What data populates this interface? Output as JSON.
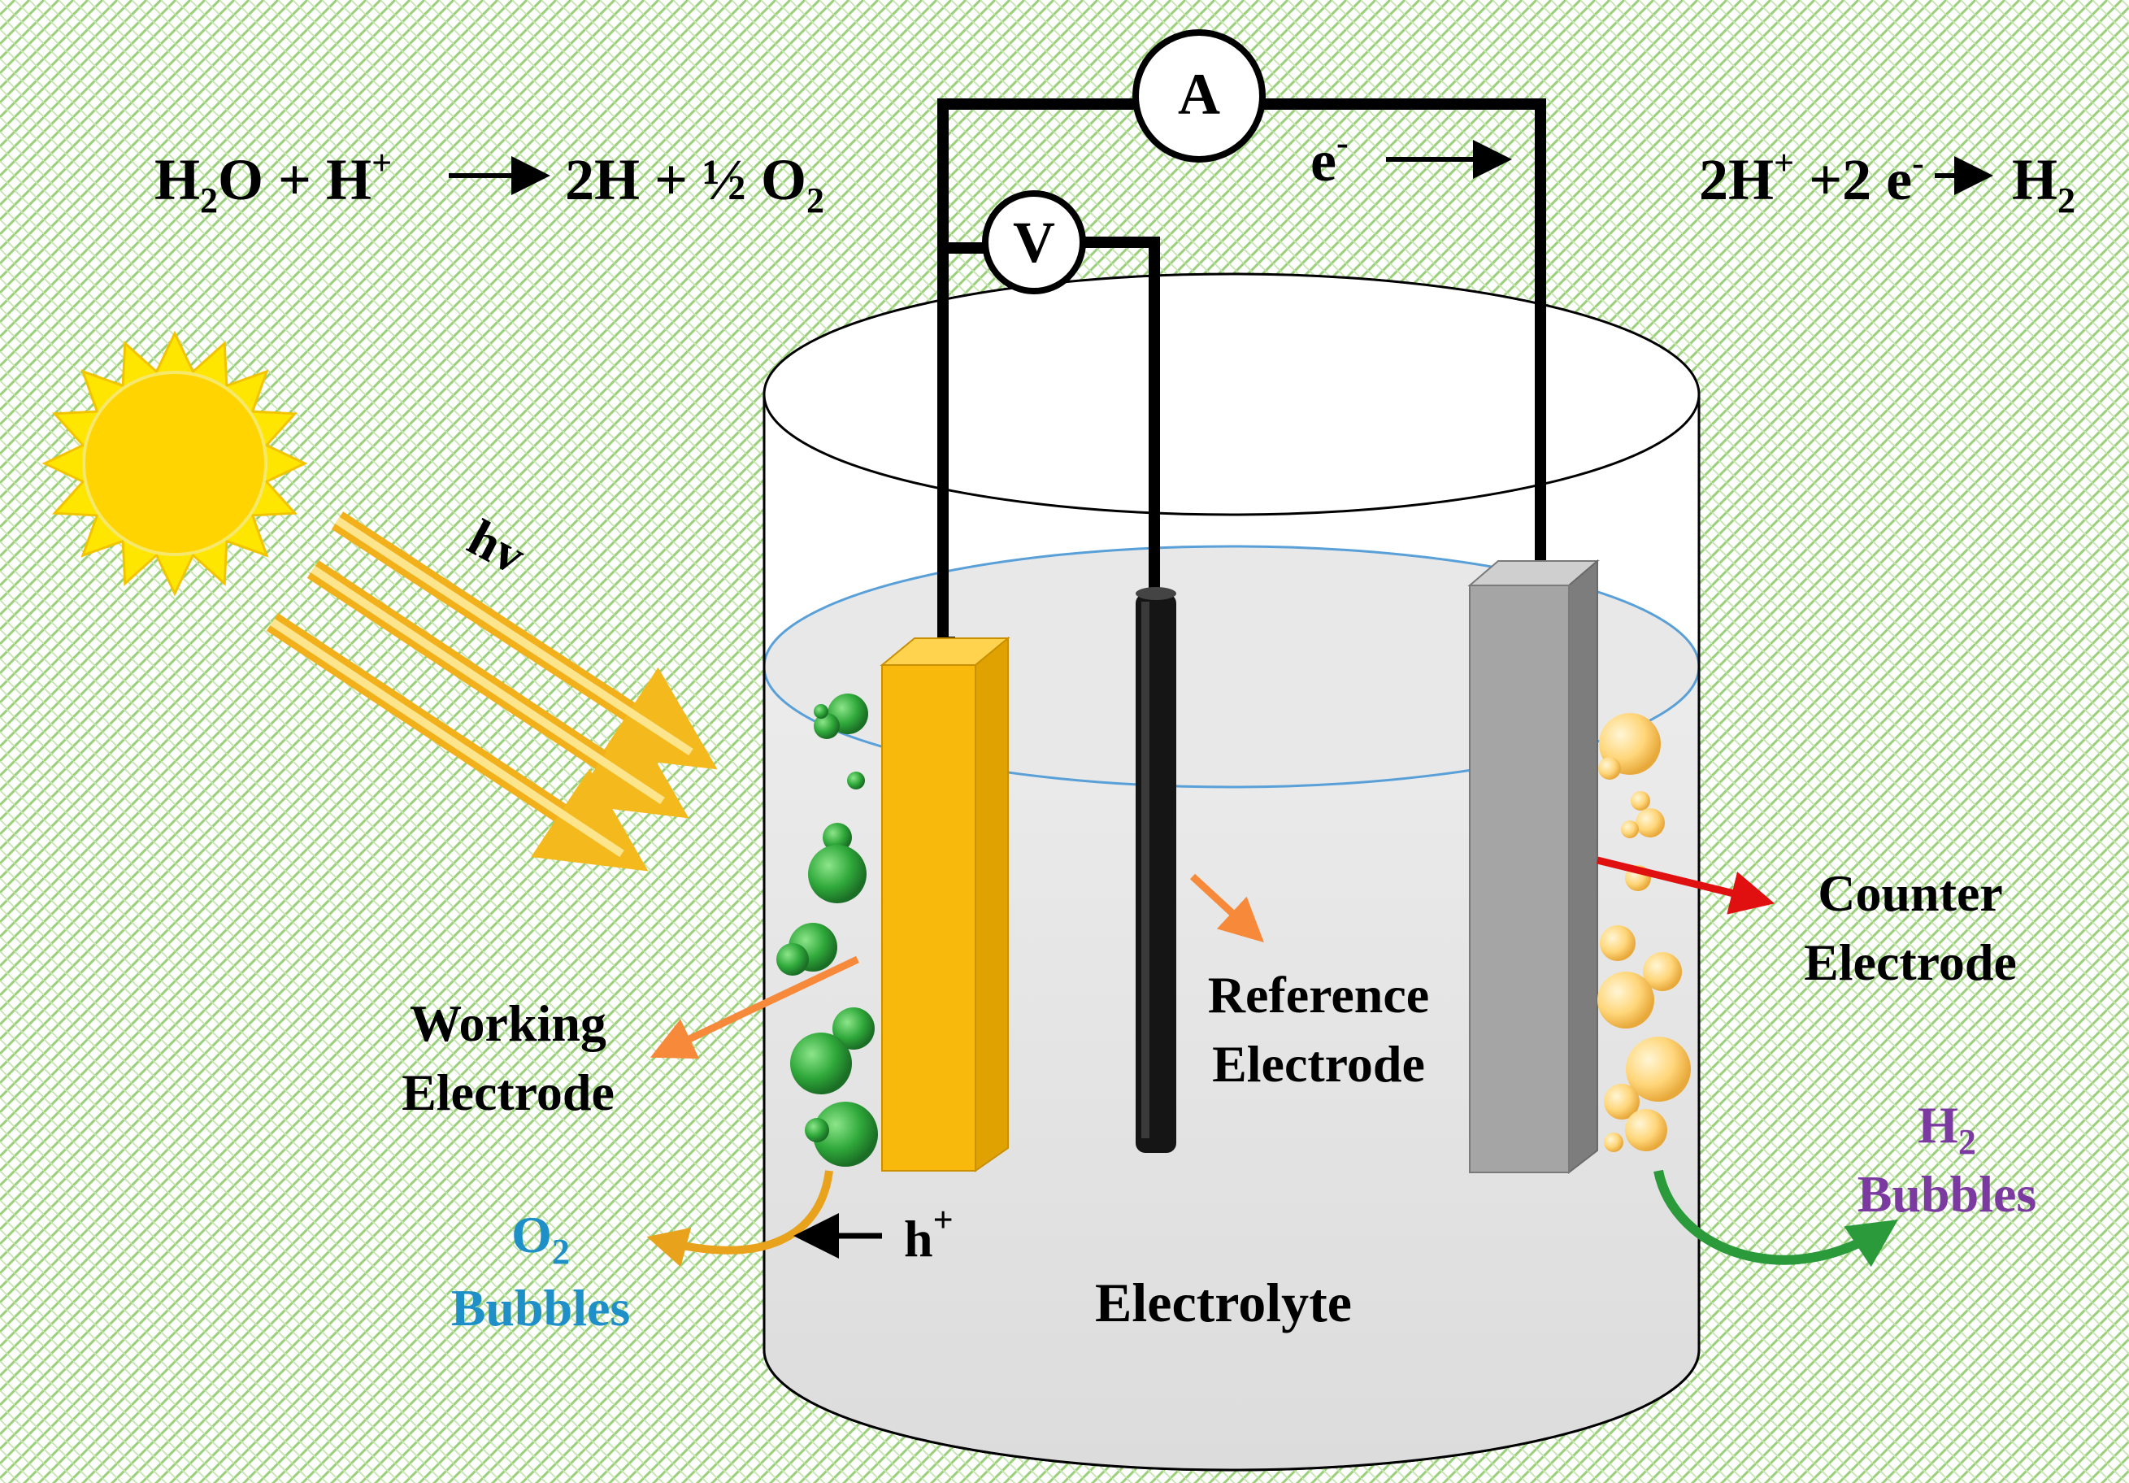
{
  "equations": {
    "anode": {
      "p1": "H",
      "p2": "2",
      "p3": "O  + H",
      "p4": "+",
      "p5": "2H + ½ O",
      "p6": "2"
    },
    "cathode": {
      "p1": "2H",
      "p2": "+",
      "p3": " +2 e",
      "p4": "-",
      "p5": "H",
      "p6": "2"
    }
  },
  "meters": {
    "ammeter": "A",
    "voltmeter": "V"
  },
  "electron_flow": {
    "base": "e",
    "sup": "-"
  },
  "light": {
    "label": "hv"
  },
  "labels": {
    "working_electrode": [
      "Working",
      "Electrode"
    ],
    "reference_electrode": [
      "Reference",
      "Electrode"
    ],
    "counter_electrode": [
      "Counter",
      "Electrode"
    ],
    "electrolyte": "Electrolyte",
    "hole": {
      "base": "h",
      "sup": "+"
    },
    "o2_bubbles": {
      "base": "O",
      "sub": "2",
      "word": "Bubbles"
    },
    "h2_bubbles": {
      "base": "H",
      "sub": "2",
      "word": "Bubbles"
    }
  },
  "colors": {
    "background_pattern": "#8fca6a",
    "sun": "#ffe600",
    "light_rays": "#f7c21f",
    "working_electrode": "#f9b90c",
    "reference_electrode": "#111111",
    "counter_electrode": "#a5a5a5",
    "o2_bubbles": "#2fa83a",
    "h2_bubbles": "#ffd67a",
    "o2_label": "#1f8fc8",
    "h2_label": "#7b3aa0",
    "pointer_orange": "#f7893b",
    "pointer_red": "#e01010"
  }
}
